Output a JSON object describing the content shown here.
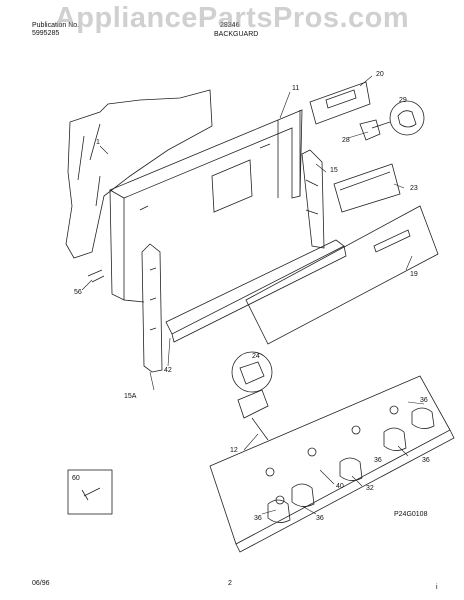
{
  "header": {
    "publication_label": "Publication No.",
    "publication_number": "5995285",
    "model": "28346",
    "section_title": "BACKGUARD"
  },
  "watermark": "AppliancePartsPros.com",
  "callouts": [
    "1",
    "11",
    "20",
    "29",
    "28",
    "15",
    "23",
    "19",
    "56",
    "42",
    "15A",
    "24",
    "12",
    "36",
    "36",
    "36",
    "32",
    "40",
    "36",
    "36",
    "60"
  ],
  "diagram_code": "P24G0108",
  "footer": {
    "date": "06/96",
    "page": "2",
    "mark": "i"
  }
}
